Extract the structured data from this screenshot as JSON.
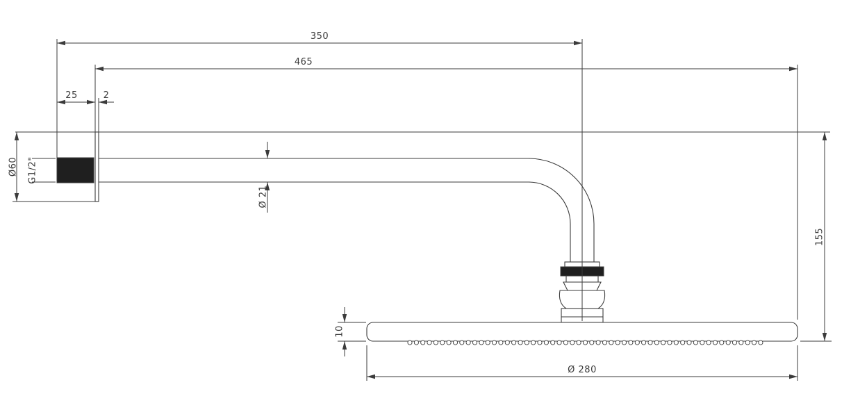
{
  "drawing": {
    "line_color": "#3b3b3b",
    "background": "#ffffff",
    "dimensions": {
      "arm_length": "350",
      "overall_length": "465",
      "thread_length": "25",
      "plate_thickness": "2",
      "flange_diameter": "Ø60",
      "thread_size": "G1/2\"",
      "arm_diameter": "Ø 21",
      "drop_height": "155",
      "head_thickness": "10",
      "head_diameter": "Ø 280"
    }
  }
}
